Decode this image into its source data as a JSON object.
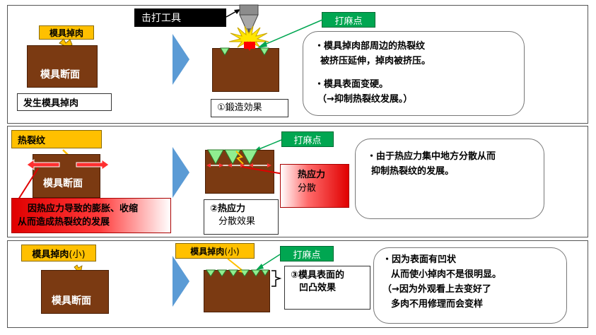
{
  "panel1": {
    "chip_label": "模具掉肉",
    "block_label": "模具断面",
    "caption": "发生模具掉肉",
    "tool_label": "击打工具",
    "dimple_tag": "打麻点",
    "effect_box": "①鍛造効果",
    "note_lines": [
      "・模具掉肉部周边的热裂纹",
      "被挤压延伸，掉肉被挤压。",
      "・模具表面变硬。",
      "（→抑制热裂纹发展。）"
    ]
  },
  "panel2": {
    "chip_label": "热裂纹",
    "block_label": "模具断面",
    "cause_lines": [
      "因热应力导致的膨胀、收缩",
      "从而造成热裂纹的发展"
    ],
    "dimple_tag": "打麻点",
    "stress_lines": [
      "热应力",
      "分散"
    ],
    "effect_lines": [
      "②热应力",
      "分散效果"
    ],
    "note_lines": [
      "・由于热应力集中地方分散从而",
      "抑制热裂纹的发展。"
    ]
  },
  "panel3": {
    "chip_label_a": "模具掉肉",
    "chip_label_b": "(小)",
    "block_label": "模具断面",
    "chip2_label_a": "模具掉肉",
    "chip2_label_b": "(小)",
    "dimple_tag": "打麻点",
    "effect_lines": [
      "③模具表面的",
      "凹凸效果"
    ],
    "note_lines": [
      "・因为表面有凹状",
      "从而使小掉肉不是很明显。",
      "（→因为外观看上去变好了",
      "多肉不用修理而会变样"
    ]
  },
  "colors": {
    "die": "#7b3a12",
    "label_orange": "#ffc000",
    "tag_green": "#00a651",
    "arrow_blue": "#5b9bd5",
    "stress_red": "#e00000"
  }
}
